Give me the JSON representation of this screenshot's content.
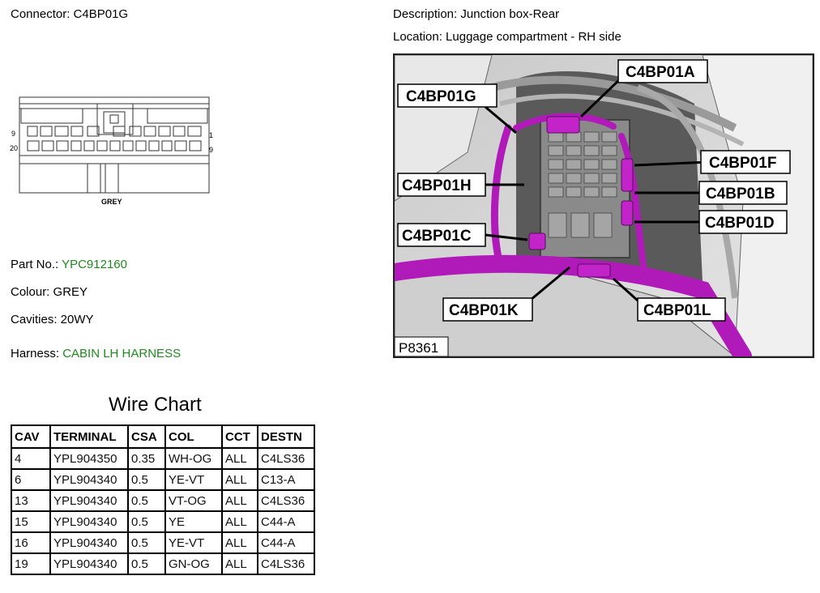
{
  "header": {
    "connector_label": "Connector: C4BP01G",
    "description_label": "Description: Junction box-Rear",
    "location_label": "Location: Luggage compartment - RH side"
  },
  "diagram": {
    "pin_left_top": "9",
    "pin_left_bottom": "20",
    "pin_right_top": "1",
    "pin_right_bottom": "9",
    "caption": "GREY"
  },
  "info": {
    "part_no_label": "Part No.:",
    "part_no_value": "YPC912160",
    "colour": "Colour: GREY",
    "cavities": "Cavities: 20WY",
    "harness_label": "Harness:",
    "harness_value": "CABIN LH HARNESS"
  },
  "wire_chart": {
    "title": "Wire Chart",
    "headers": [
      "CAV",
      "TERMINAL",
      "CSA",
      "COL",
      "CCT",
      "DESTN"
    ],
    "rows": [
      [
        "4",
        "YPL904350",
        "0.35",
        "WH-OG",
        "ALL",
        "C4LS36"
      ],
      [
        "6",
        "YPL904340",
        "0.5",
        "YE-VT",
        "ALL",
        "C13-A"
      ],
      [
        "13",
        "YPL904340",
        "0.5",
        "VT-OG",
        "ALL",
        "C4LS36"
      ],
      [
        "15",
        "YPL904340",
        "0.5",
        "YE",
        "ALL",
        "C44-A"
      ],
      [
        "16",
        "YPL904340",
        "0.5",
        "YE-VT",
        "ALL",
        "C44-A"
      ],
      [
        "19",
        "YPL904340",
        "0.5",
        "GN-OG",
        "ALL",
        "C4LS36"
      ]
    ]
  },
  "photo": {
    "ref": "P8361",
    "callouts": [
      "C4BP01A",
      "C4BP01G",
      "C4BP01F",
      "C4BP01H",
      "C4BP01B",
      "C4BP01D",
      "C4BP01C",
      "C4BP01K",
      "C4BP01L"
    ],
    "harness_color": "#b01ab8"
  }
}
